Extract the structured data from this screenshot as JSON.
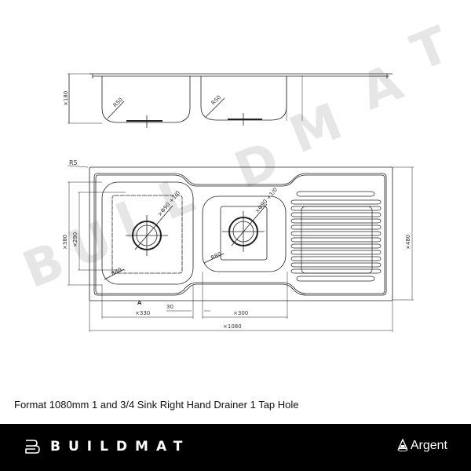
{
  "watermark": {
    "letters": [
      "B",
      "U",
      "I",
      "L",
      "D",
      "M",
      "A",
      "T"
    ]
  },
  "side_view": {
    "depth_label": "×180",
    "left_bowl_radius": "R50",
    "right_bowl_radius": "R50"
  },
  "plan_view": {
    "corner_radius": "R5",
    "bowl_depth_outer": "×380",
    "bowl_depth_inner": "×290",
    "overall_depth": "×480",
    "left_bowl_waste": "×Φ90 +1/0",
    "right_bowl_waste": "×Φ90 +1/0",
    "left_bowl_corner": "R80",
    "right_bowl_corner": "R80",
    "section_marker": "A",
    "divider_width": "30",
    "left_bowl_width": "×330",
    "right_bowl_width": "×300",
    "overall_width": "×1080"
  },
  "caption": "Format 1080mm 1 and 3/4 Sink Right Hand Drainer 1 Tap Hole",
  "footer": {
    "brand": "BUILDMAT",
    "partner": "Argent",
    "background": "#000000",
    "text_color": "#ffffff"
  }
}
